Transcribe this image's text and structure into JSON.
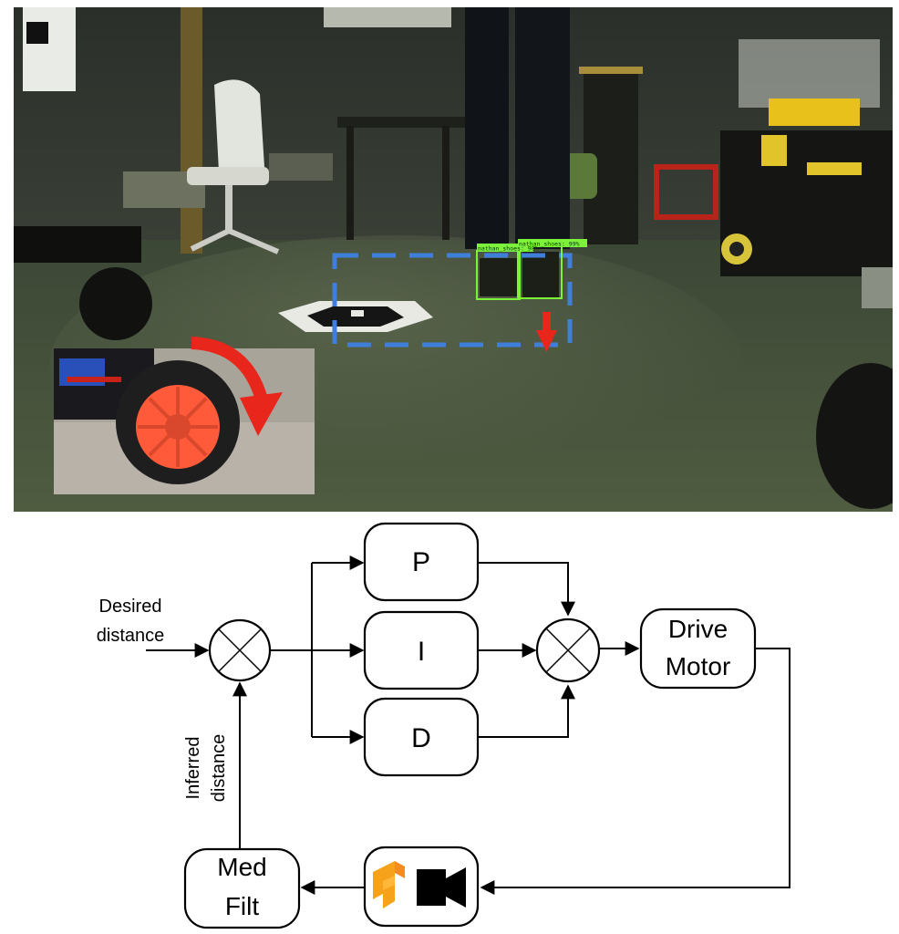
{
  "photo": {
    "detection_labels": [
      "nathan_shoes: 98%",
      "nathan_shoes: 99%"
    ],
    "colors": {
      "detection_box": "#7cf23a",
      "roi_box": "#3f7fd9",
      "arrow": "#e8261c",
      "wheel": "#ff5a3a"
    }
  },
  "diagram": {
    "input_label_line1": "Desired",
    "input_label_line2": "distance",
    "feedback_label_line1": "Inferred",
    "feedback_label_line2": "distance",
    "blocks": {
      "p": "P",
      "i": "I",
      "d": "D",
      "drive_line1": "Drive",
      "drive_line2": "Motor",
      "filter_line1": "Med",
      "filter_line2": "Filt"
    },
    "icons": [
      "tensorflow-icon",
      "video-camera-icon"
    ]
  }
}
